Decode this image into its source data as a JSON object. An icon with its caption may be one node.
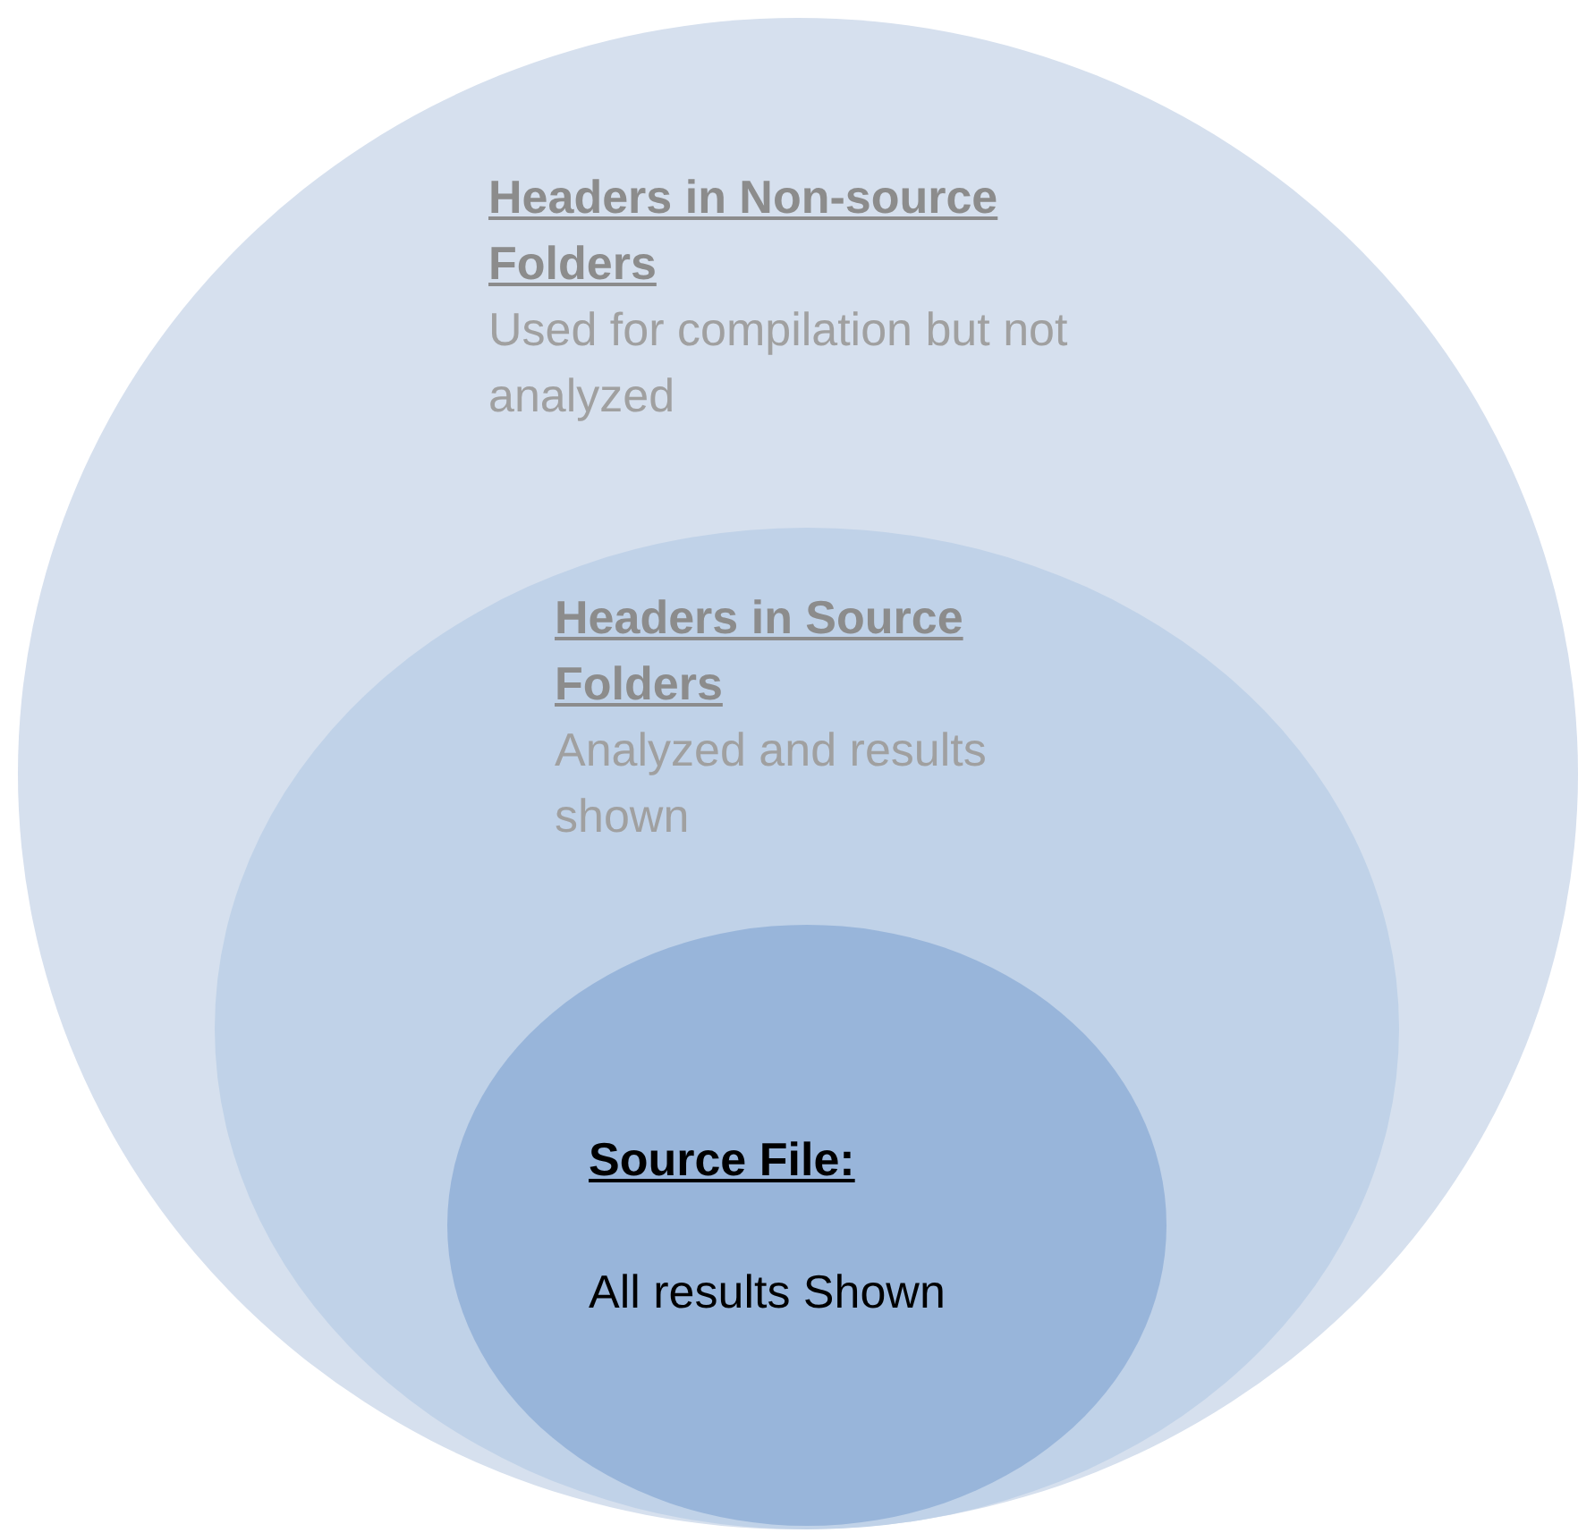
{
  "diagram": {
    "nodes": [
      {
        "text": [
          "Headers in Non-source Folders",
          "Used for compilation but not analyzed"
        ]
      },
      {
        "text": [
          "Headers in Source Folders",
          "Analyzed and results shown"
        ],
        "in": 0
      },
      {
        "text": [
          "Source File:",
          "All results Shown"
        ],
        "in": 1
      }
    ],
    "edges": []
  }
}
